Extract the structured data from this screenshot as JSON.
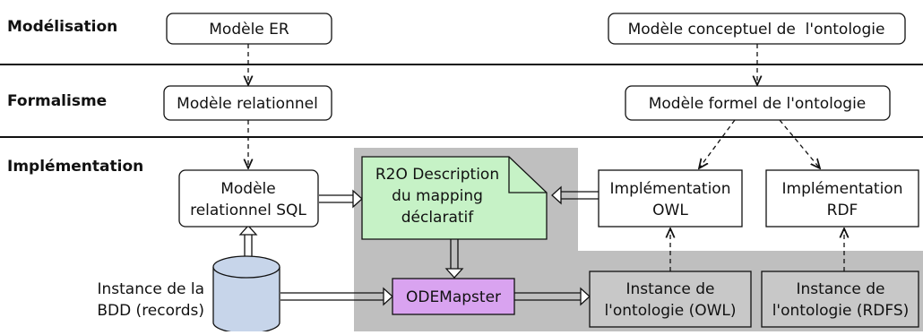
{
  "layers": {
    "modelisation": "Modélisation",
    "formalisme": "Formalisme",
    "implementation": "Implémentation"
  },
  "nodes": {
    "modele_er": "Modèle ER",
    "modele_conceptuel": "Modèle conceptuel de  l'ontologie",
    "modele_relationnel": "Modèle relationnel",
    "modele_formel": "Modèle formel de l'ontologie",
    "modele_rel_sql": [
      "Modèle",
      "relationnel SQL"
    ],
    "r2o": [
      "R2O Description",
      "du mapping",
      "déclaratif"
    ],
    "impl_owl": [
      "Implémentation",
      "OWL"
    ],
    "impl_rdf": [
      "Implémentation",
      "RDF"
    ],
    "instance_bdd": [
      "Instance de la",
      "BDD (records)"
    ],
    "odemapster": "ODEMapster",
    "instance_owl": [
      "Instance de",
      "l'ontologie (OWL)"
    ],
    "instance_rdfs": [
      "Instance de",
      "l'ontologie (RDFS)"
    ]
  },
  "colors": {
    "gray_region": "#bfbfbf",
    "r2o_fill": "#c6f2c6",
    "odemapster_fill": "#d9a3f0",
    "instance_fill": "#c8c8c8",
    "db_fill": "#c7d5ea"
  }
}
